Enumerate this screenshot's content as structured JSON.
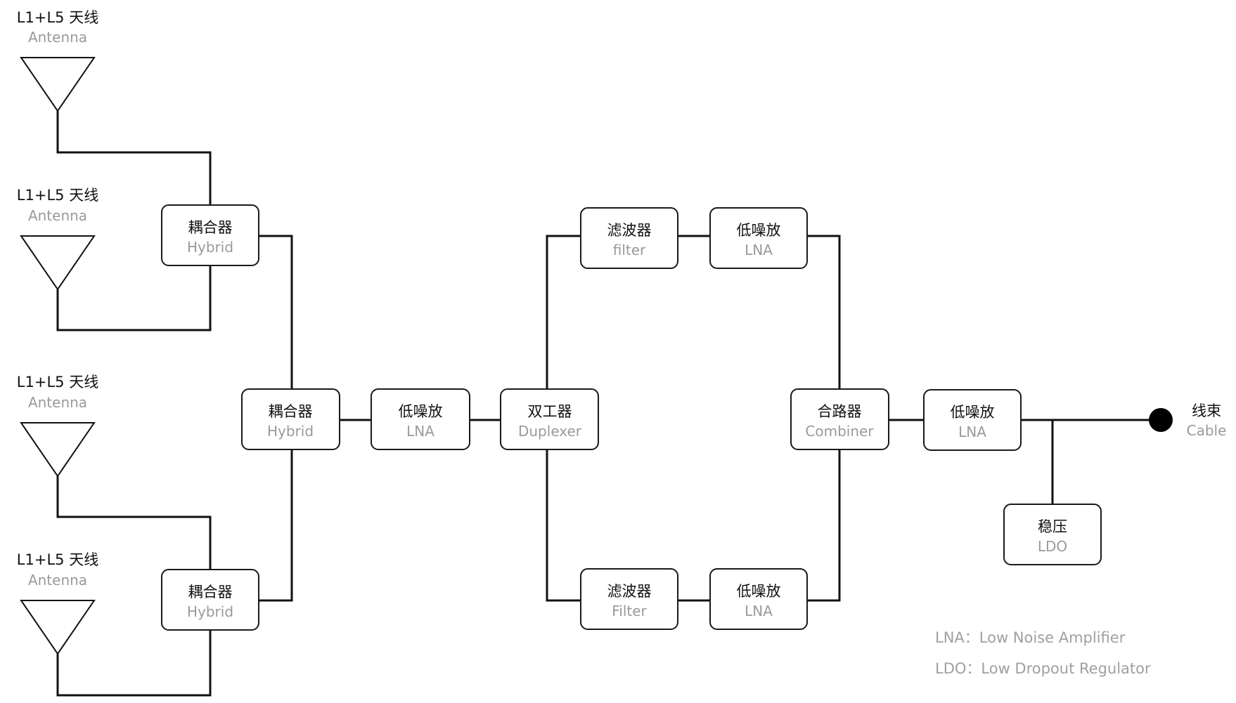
{
  "antennas": [
    {
      "zh": "L1+L5 天线",
      "en": "Antenna"
    },
    {
      "zh": "L1+L5 天线",
      "en": "Antenna"
    },
    {
      "zh": "L1+L5 天线",
      "en": "Antenna"
    },
    {
      "zh": "L1+L5 天线",
      "en": "Antenna"
    }
  ],
  "blocks": {
    "hybrid_top": {
      "zh": "耦合器",
      "en": "Hybrid"
    },
    "hybrid_bottom": {
      "zh": "耦合器",
      "en": "Hybrid"
    },
    "hybrid_main": {
      "zh": "耦合器",
      "en": "Hybrid"
    },
    "lna_1": {
      "zh": "低噪放",
      "en": "LNA"
    },
    "duplexer": {
      "zh": "双工器",
      "en": "Duplexer"
    },
    "filter_top": {
      "zh": "滤波器",
      "en": "filter"
    },
    "filter_bottom": {
      "zh": "滤波器",
      "en": "Filter"
    },
    "lna_top": {
      "zh": "低噪放",
      "en": "LNA"
    },
    "lna_bottom": {
      "zh": "低噪放",
      "en": "LNA"
    },
    "combiner": {
      "zh": "合路器",
      "en": "Combiner"
    },
    "lna_out": {
      "zh": "低噪放",
      "en": "LNA"
    },
    "ldo": {
      "zh": "稳压",
      "en": "LDO"
    }
  },
  "cable": {
    "zh": "线束",
    "en": "Cable"
  },
  "legend": [
    "LNA：Low Noise Amplifier",
    "LDO：Low Dropout Regulator"
  ]
}
